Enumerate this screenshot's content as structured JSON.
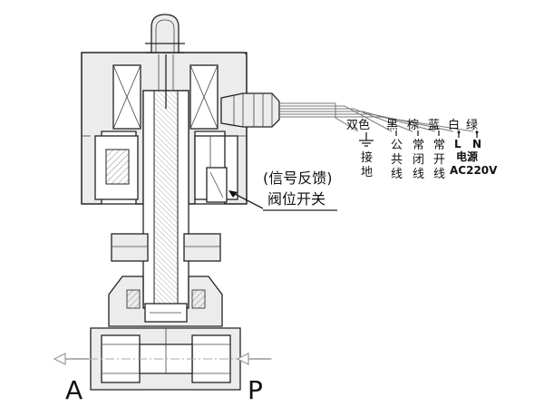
{
  "ports": {
    "inlet": "P",
    "outlet": "A"
  },
  "feedback_switch": {
    "line1": "(信号反馈)",
    "line2": "阀位开关"
  },
  "wires": [
    {
      "color": "双色",
      "function_chars": [
        "接",
        "地"
      ]
    },
    {
      "color": "黑",
      "function_chars": [
        "公",
        "共",
        "线"
      ]
    },
    {
      "color": "棕",
      "function_chars": [
        "常",
        "闭",
        "线"
      ]
    },
    {
      "color": "蓝",
      "function_chars": [
        "常",
        "开",
        "线"
      ]
    },
    {
      "color": "白",
      "terminal": "L"
    },
    {
      "color": "绿",
      "terminal": "N"
    }
  ],
  "power": {
    "label": "电源",
    "voltage": "AC220V"
  },
  "colors": {
    "body_fill": "#ececec",
    "line": "#222222",
    "hatch": "#888888"
  }
}
